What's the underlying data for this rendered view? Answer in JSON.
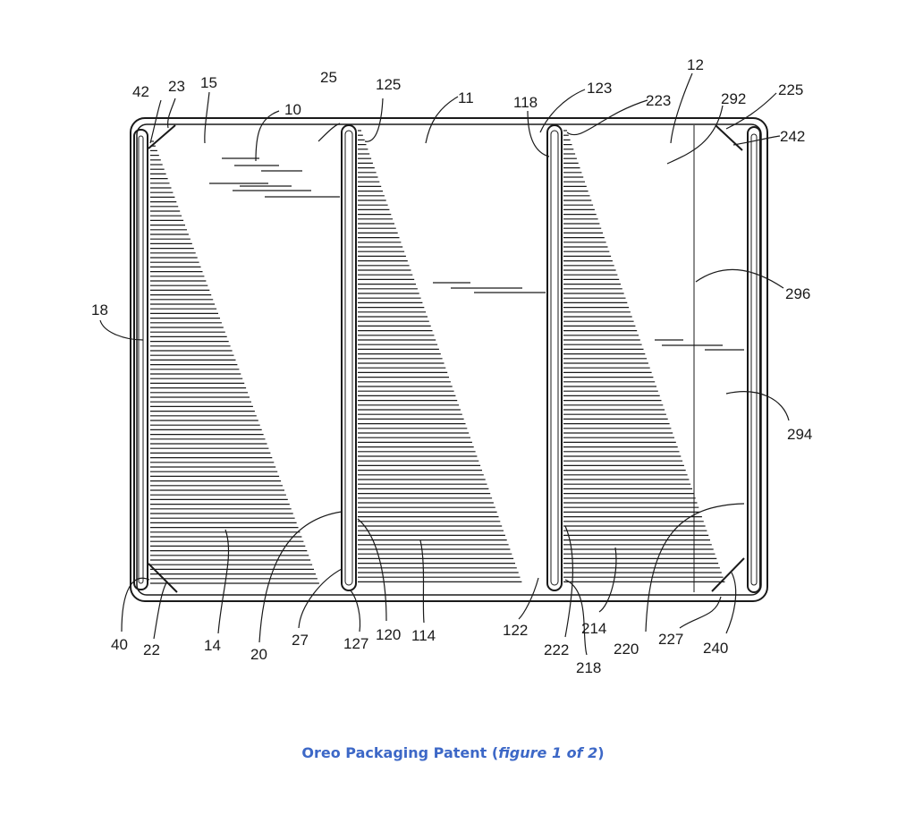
{
  "labels": [
    "42",
    "23",
    "15",
    "10",
    "25",
    "125",
    "11",
    "118",
    "123",
    "223",
    "12",
    "292",
    "225",
    "242",
    "18",
    "296",
    "294",
    "40",
    "22",
    "14",
    "20",
    "27",
    "127",
    "120",
    "114",
    "122",
    "222",
    "218",
    "214",
    "220",
    "227",
    "240"
  ],
  "caption": {
    "before": "Oreo Packaging Patent (",
    "italic": "figure 1 of 2",
    "after": ")"
  }
}
